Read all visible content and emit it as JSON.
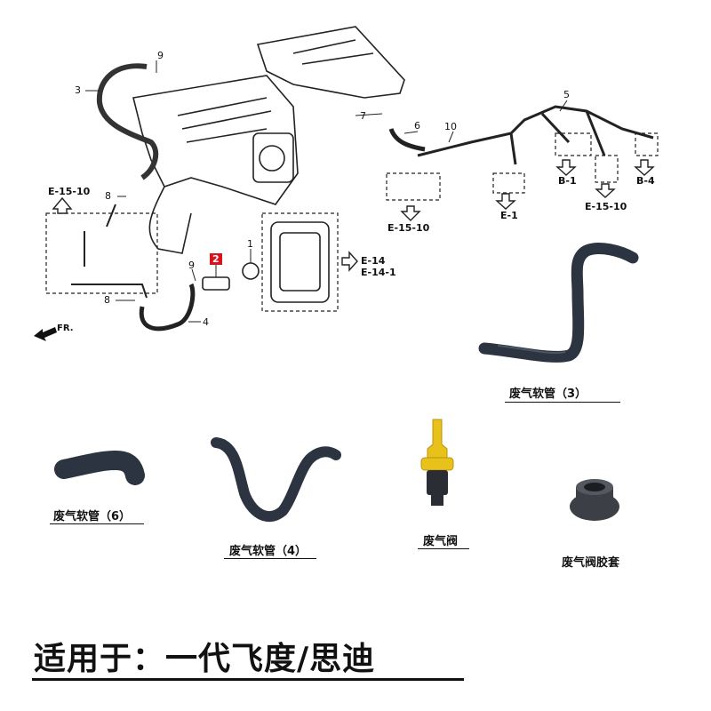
{
  "diagram": {
    "part_numbers": [
      "1",
      "2",
      "3",
      "4",
      "5",
      "6",
      "7",
      "8",
      "8",
      "9",
      "9",
      "10"
    ],
    "highlighted_part": "2",
    "refs": {
      "e15_10_left": "E-15-10",
      "e15_10_bottom": "E-15-10",
      "e15_10_right": "E-15-10",
      "e1": "E-1",
      "b1": "B-1",
      "b4": "B-4",
      "e14": "E-14",
      "e14_1": "E-14-1",
      "fr": "FR."
    }
  },
  "products": {
    "hose3": "废气软管（3）",
    "hose6": "废气软管（6）",
    "hose4": "废气软管（4）",
    "valve": "废气阀",
    "grommet": "废气阀胶套"
  },
  "footer": "适用于：一代飞度/思迪",
  "colors": {
    "hose": "#2b3440",
    "valve_yellow": "#e8c21a",
    "highlight_red": "#d9131a"
  }
}
